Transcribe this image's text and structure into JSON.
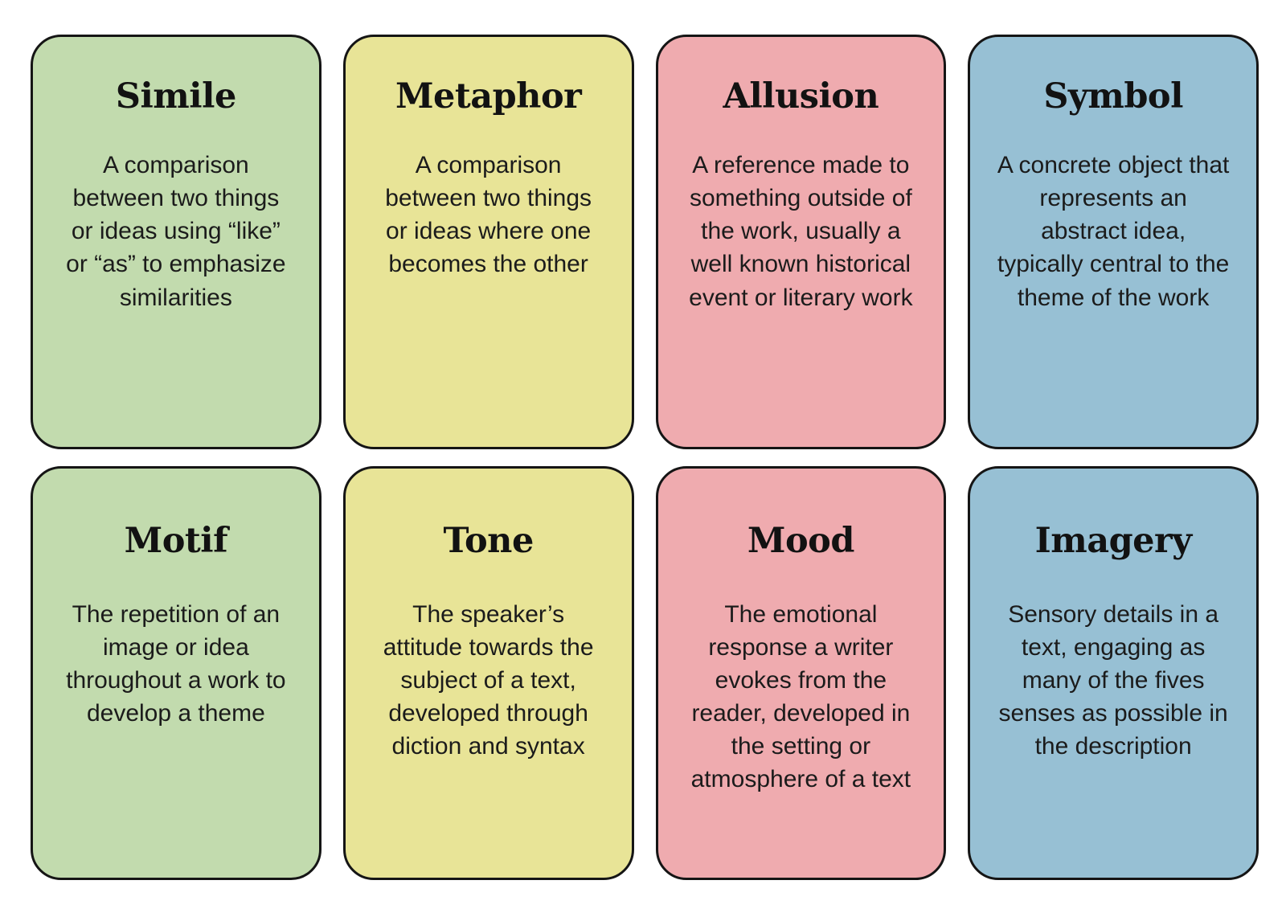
{
  "page": {
    "title": "Literary Devices Reference Cards",
    "background_color": "#ffffff",
    "border_color": "#151515",
    "text_color": "#1b1b1b"
  },
  "palette": {
    "green": "#c2dbae",
    "yellow": "#e8e497",
    "pink": "#efabaf",
    "blue": "#97c0d4"
  },
  "cards": [
    {
      "term": "Simile",
      "definition": "A comparison between two things or ideas using “like” or “as” to emphasize similarities",
      "color": "green"
    },
    {
      "term": "Metaphor",
      "definition": "A comparison between two things or ideas where one becomes the other",
      "color": "yellow"
    },
    {
      "term": "Allusion",
      "definition": "A reference made to something outside of the work, usually a well known historical event or literary work",
      "color": "pink"
    },
    {
      "term": "Symbol",
      "definition": "A concrete object that represents an abstract idea, typically central to the theme of the work",
      "color": "blue"
    },
    {
      "term": "Motif",
      "definition": "The repetition of an image or idea throughout a work to develop a theme",
      "color": "green"
    },
    {
      "term": "Tone",
      "definition": "The speaker’s attitude towards the subject of a text, developed through diction and syntax",
      "color": "yellow"
    },
    {
      "term": "Mood",
      "definition": "The emotional response a writer evokes from the reader, developed in the setting or atmosphere of a text",
      "color": "pink"
    },
    {
      "term": "Imagery",
      "definition": "Sensory details in a text, engaging as many of the fives senses as possible in the description",
      "color": "blue"
    }
  ]
}
